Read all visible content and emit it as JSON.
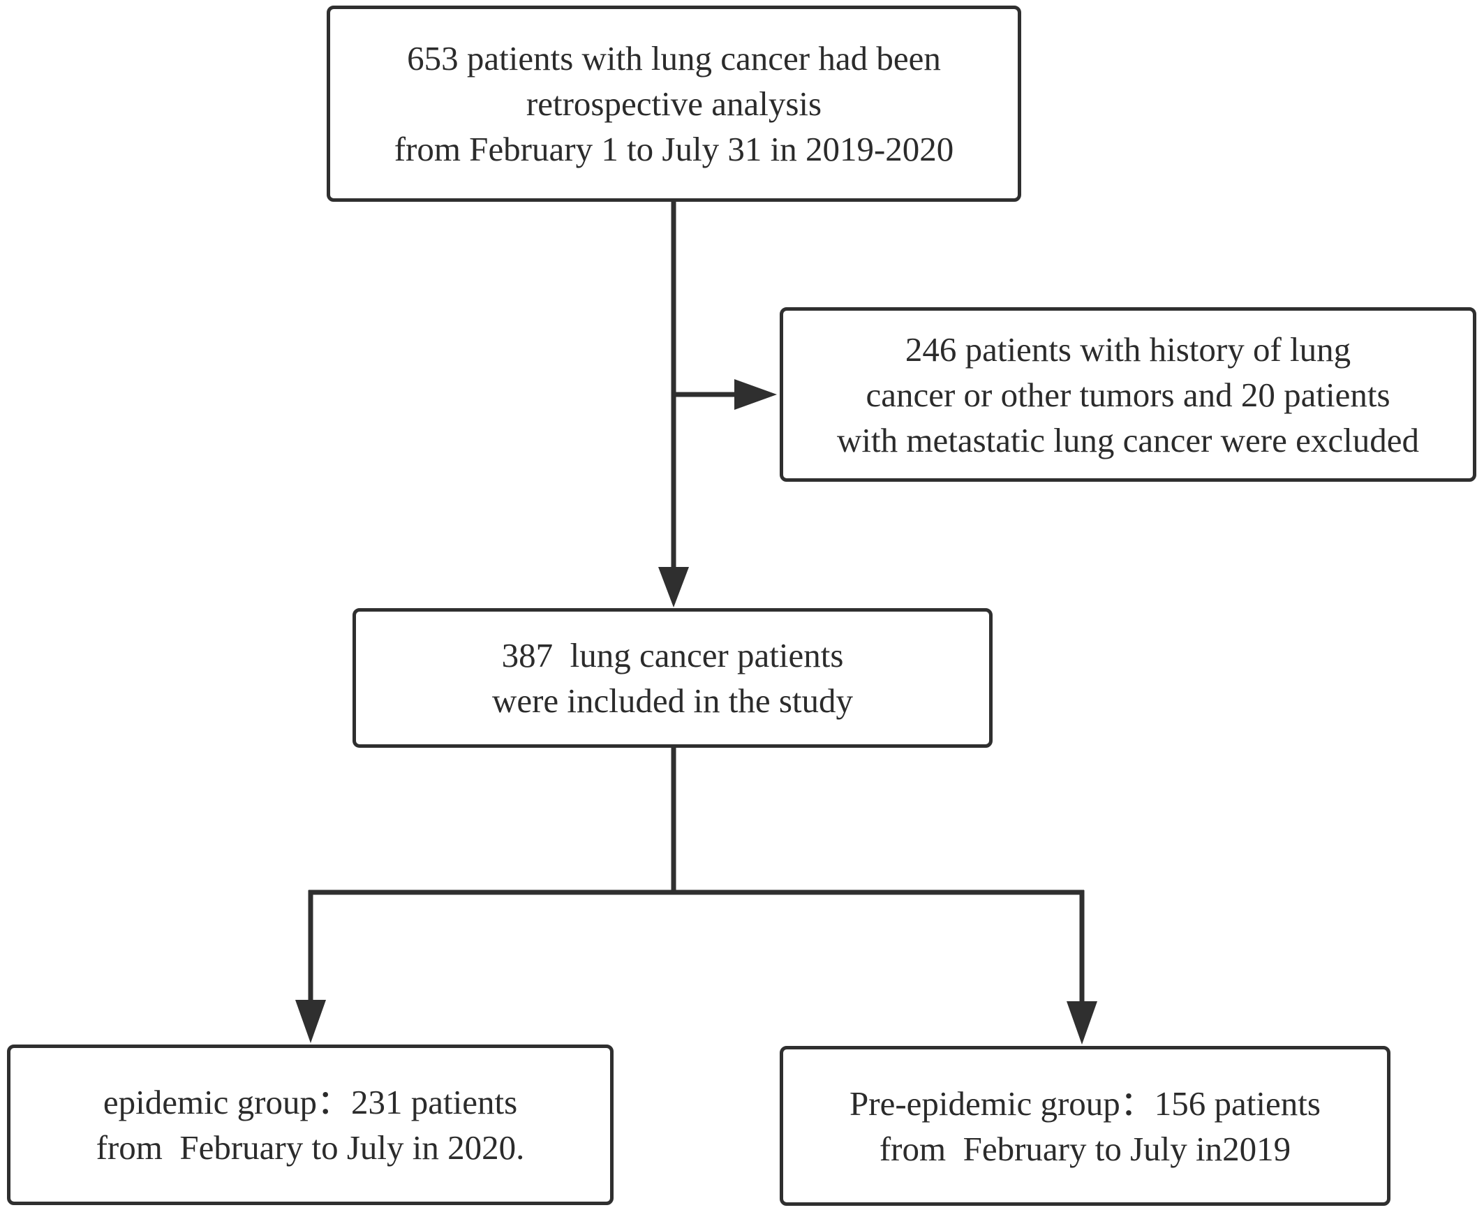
{
  "flowchart": {
    "source": {
      "lines": [
        "653 patients with lung cancer had been",
        "retrospective analysis",
        "from February 1 to July 31 in 2019-2020"
      ]
    },
    "excluded": {
      "lines": [
        "246 patients with history of lung",
        "cancer or other tumors and 20 patients",
        "with metastatic lung cancer were excluded"
      ]
    },
    "included": {
      "lines": [
        "387  lung cancer patients",
        "were included in the study"
      ]
    },
    "epidemic_group": {
      "lines": [
        "epidemic group：231 patients",
        "from  February to July in 2020."
      ]
    },
    "pre_epidemic_group": {
      "lines": [
        "Pre-epidemic group：156 patients",
        "from  February to July in2019"
      ]
    }
  },
  "colors": {
    "line": "#2f2f2f",
    "text": "#2b2b2b",
    "background": "#ffffff"
  }
}
